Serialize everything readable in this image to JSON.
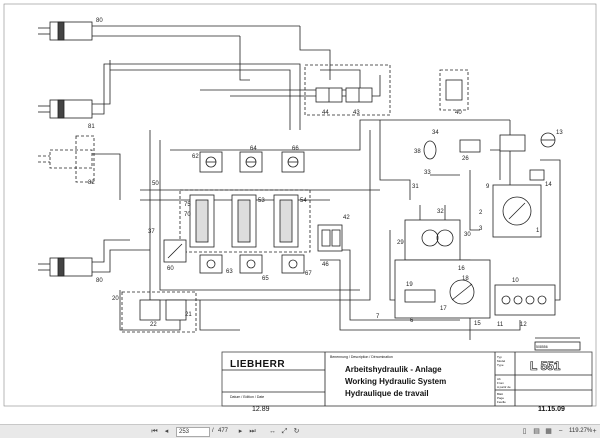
{
  "diagram": {
    "component_numbers": [
      "80",
      "81",
      "82",
      "80",
      "20",
      "22",
      "21",
      "60",
      "62",
      "64",
      "66",
      "75",
      "70",
      "53",
      "54",
      "37",
      "42",
      "46",
      "63",
      "65",
      "67",
      "50",
      "44",
      "43",
      "40",
      "34",
      "38",
      "26",
      "33",
      "32",
      "29",
      "31",
      "30",
      "9",
      "13",
      "14",
      "1",
      "2",
      "3",
      "16",
      "18",
      "17",
      "19",
      "10",
      "12",
      "11",
      "15",
      "7",
      "6"
    ],
    "title_block": {
      "brand": "LIEBHERR",
      "designation_label": "Benennung / Description / Dénomination",
      "title_de": "Arbeitshydraulik - Anlage",
      "title_en": "Working Hydraulic System",
      "title_fr": "Hydraulique de travail",
      "date_label": "Datum / Edition / Date",
      "date": "12.89",
      "type_label_1": "Typ",
      "type_label_2": "Model",
      "type_label_3": "Type",
      "model": "L 551",
      "from_label_1": "Ab",
      "from_label_2": "From",
      "from_label_3": "A partir de",
      "sheet_label_1": "Blatt",
      "sheet_label_2": "Page",
      "sheet_label_3": "Feuille",
      "sheet_no": "11.15.09",
      "drawing_code": "508556"
    }
  },
  "viewer": {
    "current_page": "253",
    "page_separator": "/",
    "total_pages": "477",
    "zoom": "119.27%"
  }
}
